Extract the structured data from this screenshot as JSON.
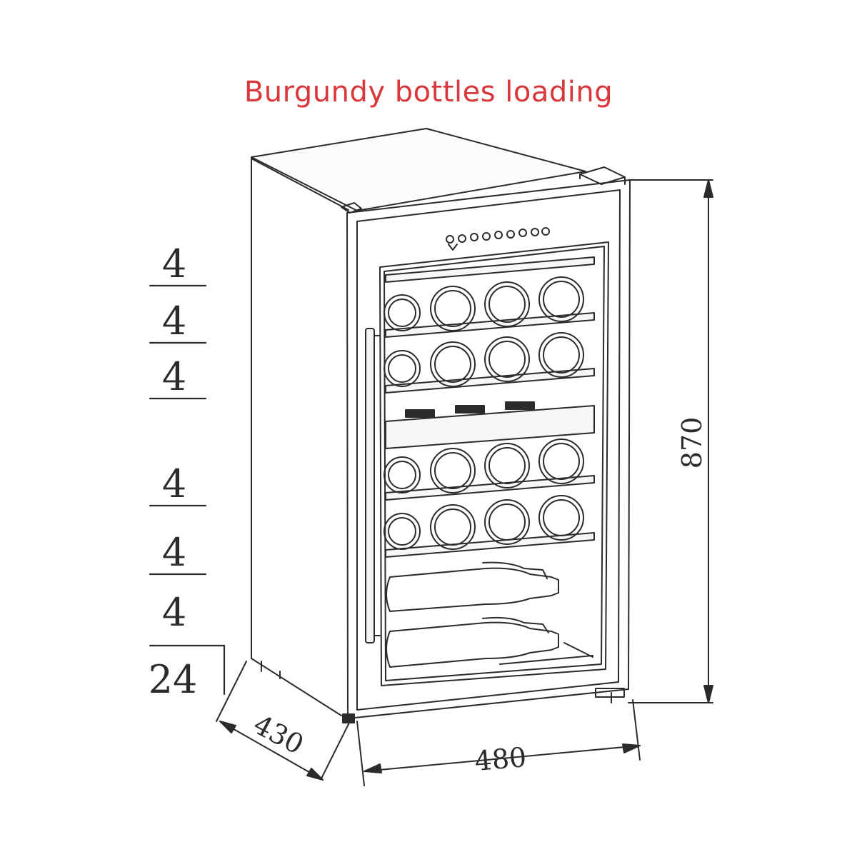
{
  "title": "Burgundy bottles loading",
  "title_color": "#d9373a",
  "shelf_counts": [
    "4",
    "4",
    "4",
    "4",
    "4",
    "4"
  ],
  "total": "24",
  "dimensions": {
    "depth": "430",
    "width": "480",
    "height": "870"
  }
}
